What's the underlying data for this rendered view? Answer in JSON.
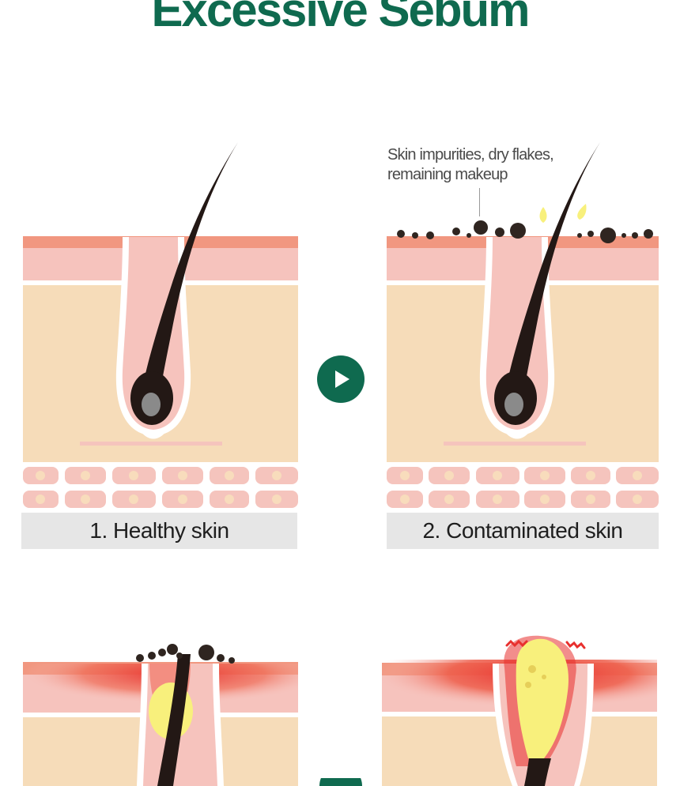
{
  "title": "Excessive Sebum",
  "colors": {
    "title": "#0f6a4f",
    "accent": "#0f6a4f",
    "epidermis_top": "#f19780",
    "epidermis": "#f6c3bd",
    "dermis": "#f6dcb9",
    "cell": "#f5c4bd",
    "cell_nucleus": "#f8dcbc",
    "hair": "#231815",
    "bulb_core": "#8a8a8a",
    "impurity": "#2f2520",
    "sebum": "#f8f07c",
    "inflammation": "#e8302e",
    "caption_bg": "#e6e6e6"
  },
  "panels": [
    {
      "caption": "1. Healthy skin"
    },
    {
      "caption": "2. Contaminated skin",
      "annotation_line1": "Skin impurities, dry flakes,",
      "annotation_line2": "remaining makeup"
    },
    {
      "caption": ""
    },
    {
      "caption": ""
    }
  ],
  "icons": {
    "next": "play-arrow-icon"
  }
}
